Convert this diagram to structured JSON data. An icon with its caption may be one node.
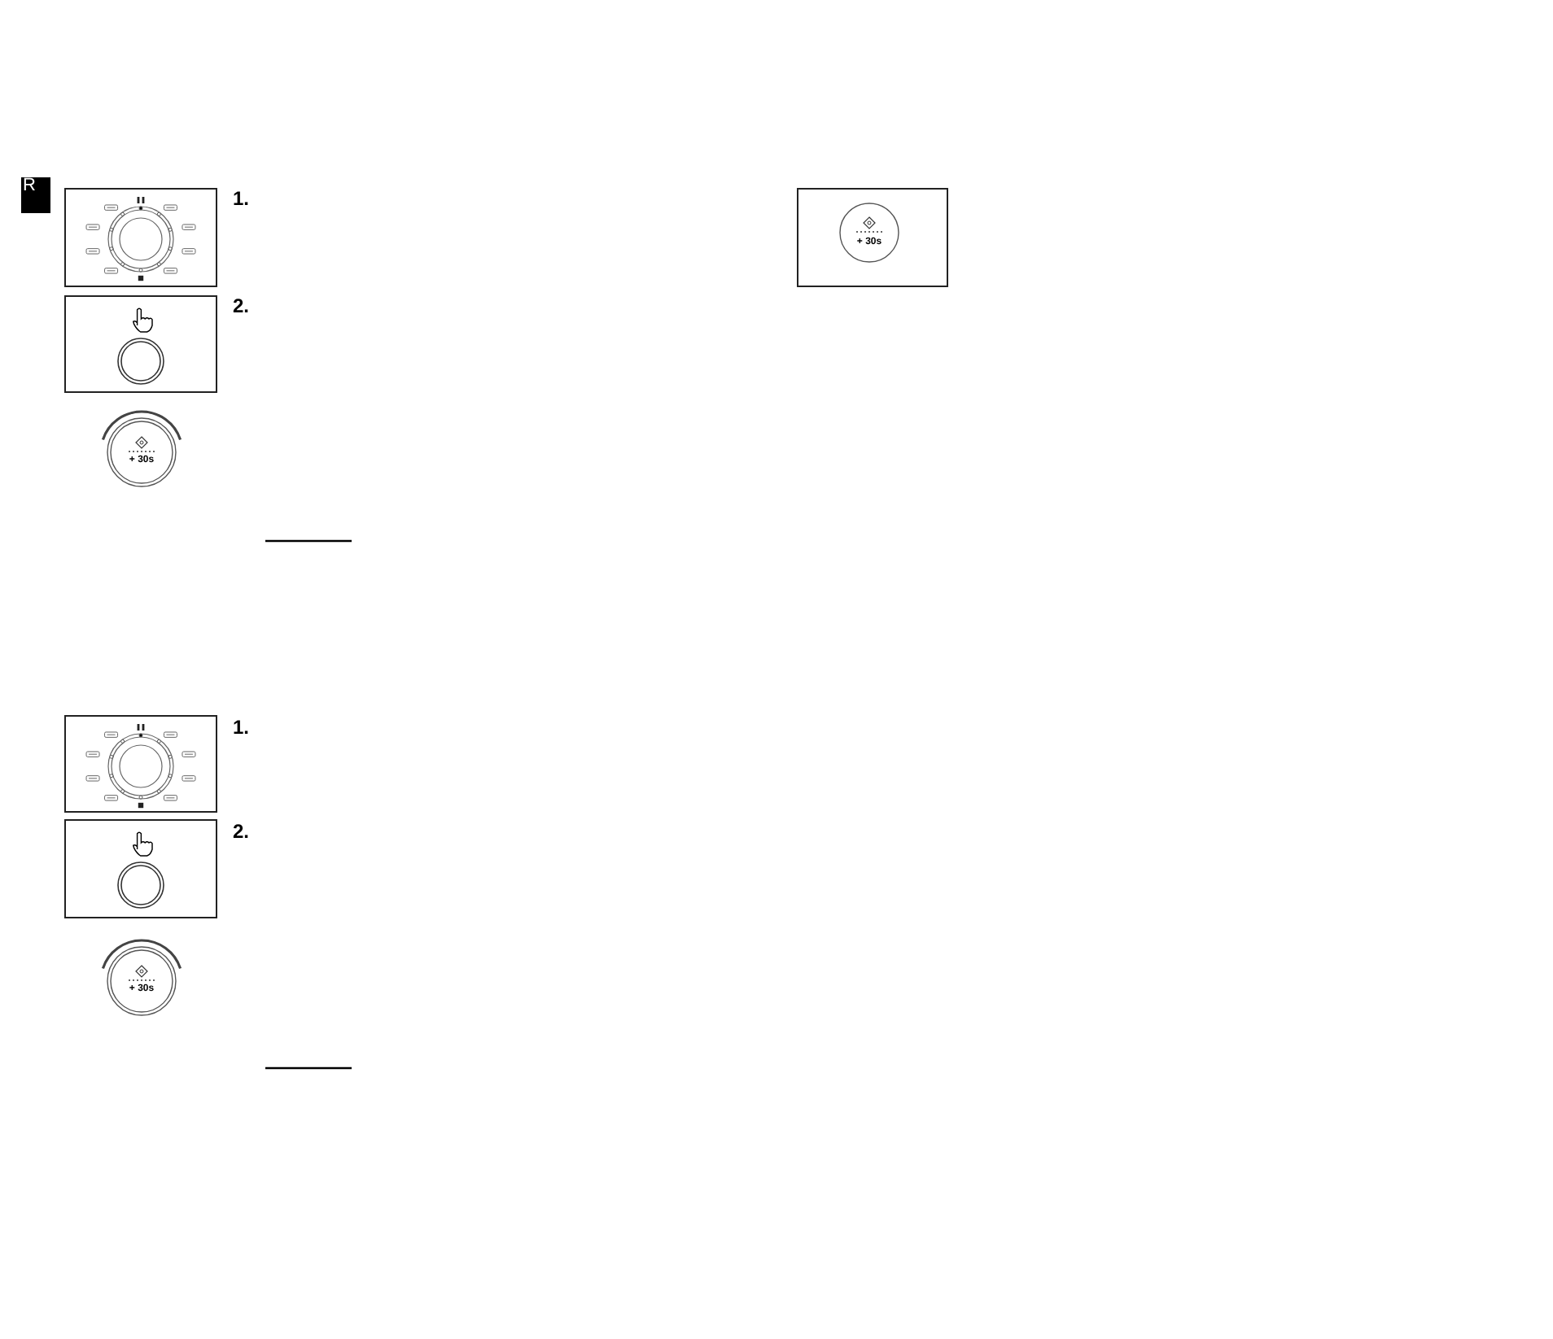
{
  "diagram": {
    "labels": [
      "R",
      "1.",
      "2.",
      "+ 30s",
      "1.",
      "2.",
      "+ 30s",
      "+ 30s"
    ]
  }
}
